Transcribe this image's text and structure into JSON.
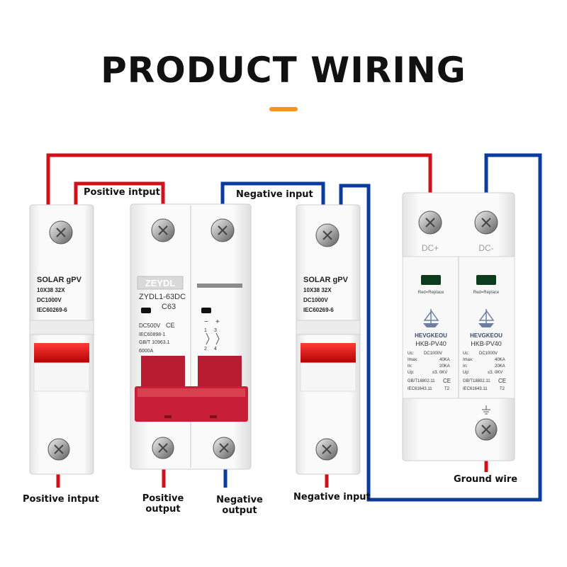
{
  "title": "PRODUCT WIRING",
  "colors": {
    "positive": "#d0111b",
    "negative": "#0a3c9f",
    "accent": "#f7931e",
    "breaker_red": "#c81f36"
  },
  "labels": {
    "positive_input_top": "Positive intput",
    "negative_input_top": "Negative input",
    "positive_input_bottom": "Positive intput",
    "positive_output_line1": "Positive",
    "positive_output_line2": "output",
    "negative_output_line1": "Negative",
    "negative_output_line2": "output",
    "negative_input_bottom": "Negative input",
    "ground_wire": "Ground wire"
  },
  "fuse_left": {
    "brand": "SOLAR gPV",
    "size": "10X38 32X",
    "voltage": "DC1000V",
    "standard": "IEC60269-6"
  },
  "fuse_right": {
    "brand": "SOLAR gPV",
    "size": "10X38 32X",
    "voltage": "DC1000V",
    "standard": "IEC60269-6"
  },
  "breaker": {
    "brand": "ZEYDL",
    "model": "ZYDL1-63DC",
    "rating": "C63",
    "voltage": "DC500V",
    "ce": "CE",
    "std1": "IEC60898-1",
    "std2": "GB/T 10963.1",
    "capacity": "6000A",
    "t1": "1",
    "t2": "3",
    "t3": "2",
    "t4": "4",
    "minus": "−",
    "plus": "+"
  },
  "spd": {
    "terminal_pos": "DC+",
    "terminal_neg": "DC-",
    "indicator": "Red=Replace",
    "brand": "HEVGKEOU",
    "model": "HKB-PV40",
    "uc_label": "Uc:",
    "uc": "DC1000V",
    "imax_label": "Imax:",
    "imax": "40KA",
    "in_label": "In:",
    "in": "20KA",
    "up_label": "Up:",
    "up": "≤3. 0KV",
    "std1": "GB/T18802.11",
    "std2": "IEC61643.11",
    "ce": "CE",
    "type": "T2"
  }
}
